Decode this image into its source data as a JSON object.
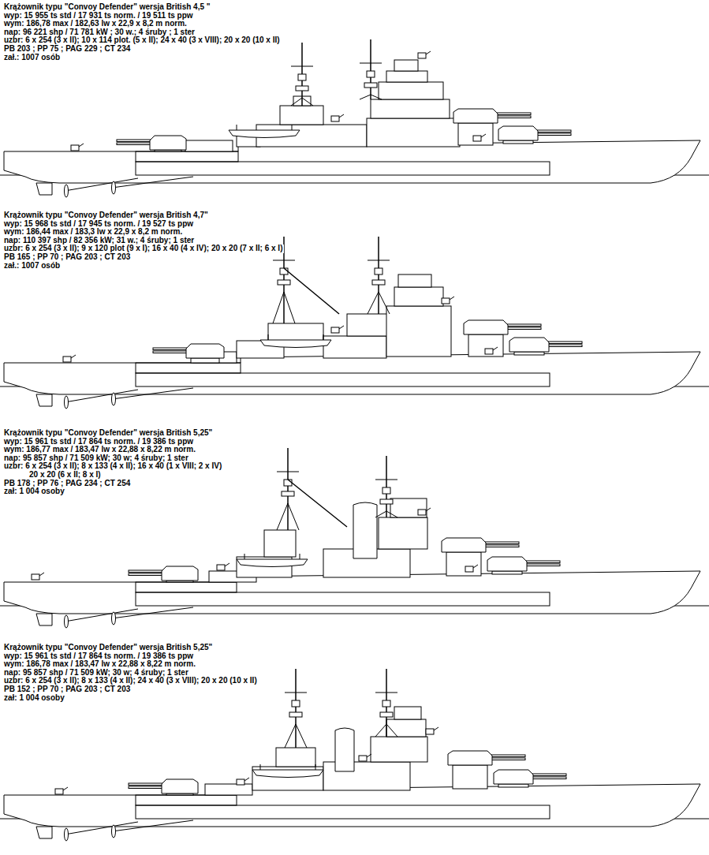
{
  "diagram": {
    "labels": [
      "Krążownik typu \"Convoy Defender\" wersja British 4,5 \"",
      "wyp: 15 955 ts std / 17 931 ts norm. / 19 511 ts ppw",
      "wym: 186,78 max / 182,63 lw x 22,9 x 8,2 m norm.",
      "nap: 96 221 shp / 71 781 kW ; 30 w.; 4 śruby ; 1 ster",
      "uzbr: 6 x 254 (3 x II); 10 x 114 plot. (5 x II); 24 x 40 (3 x VIII); 20 x 20 (10 x II)",
      "PB 203 ; PP 75 ; PAG 229 ; CT 234",
      "zał.: 1007 osób",
      "Krążownik typu \"Convoy Defender\" wersja British 4,7\"",
      "wyp: 15 968 ts std / 17 945 ts norm. / 19 527 ts ppw",
      "wym: 186,44 max / 183,3 lw x 22,9 x 8,2 m norm.",
      "nap: 110 397 shp / 82 356 kW; 31 w.; 4 śruby; 1 ster",
      "uzbr: 6 x 254 (3 x II); 9 x 120 plot (9 x I); 16 x 40 (4 x IV); 20 x 20 (7 x II; 6 x I)",
      "PB 165 ; PP 70 ; PAG 203 ; CT 203",
      "zał.: 1007 osób",
      "Krążownik typu \"Convoy Defender\" wersja British 5,25\"",
      "wyp: 15 961 ts std / 17 864 ts norm. / 19 386 ts ppw",
      "wym: 186,77 max / 183,47 lw x 22,88 x 8,22 m norm.",
      "nap: 95 857 shp / 71 509 kW; 30 w; 4 śruby; 1 ster",
      "uzbr: 6 x 254 (3 x II); 8 x 133 (4 x II); 16 x 40 (1 x VIII; 2 x IV)",
      "20 x 20 (6 x II; 8 x I)",
      "PB 178 ; PP 76 ; PAG 234 ; CT 254",
      "zał: 1 004 osoby",
      "Krążownik typu \"Convoy Defender\" wersja British 5,25\"",
      "wyp: 15 961 ts std / 17 864 ts norm. / 19 386 ts ppw",
      "wym: 186,78 max / 183,47 lw x 22,88 x 8,22 m norm.",
      "nap: 95 857 shp / 71 509 kW; 30 w; 4 śruby; 1 ster",
      "uzbr: 6 x 254 (3 x II); 8 x 133 (4 x II); 24 x 40 (3 x VIII); 20 x 20 (10 x II)",
      "PB 152 ; PP 70 ; PAG 203 ; CT 203",
      "zał: 1 004 osoby"
    ]
  }
}
